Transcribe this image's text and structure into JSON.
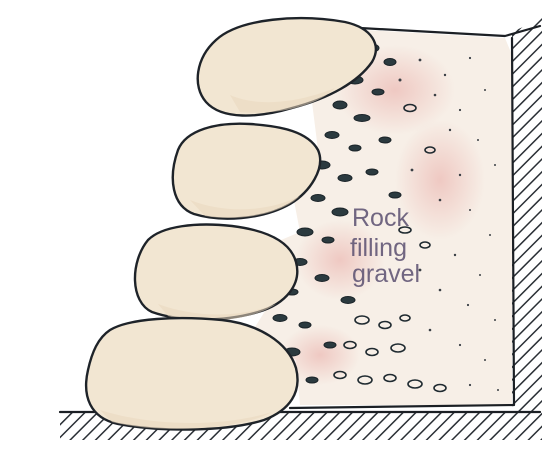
{
  "labels": {
    "line1": "Rock",
    "line2": "filling",
    "line3": "gravel"
  },
  "colors": {
    "boulder": "#f2e6d2",
    "gravel_wash": "#f6ece3",
    "gravel_dark": "#2b3a3f",
    "pink_tint": "#e8a9a4",
    "outline": "#1b1f24",
    "label": "#5a4f70"
  }
}
